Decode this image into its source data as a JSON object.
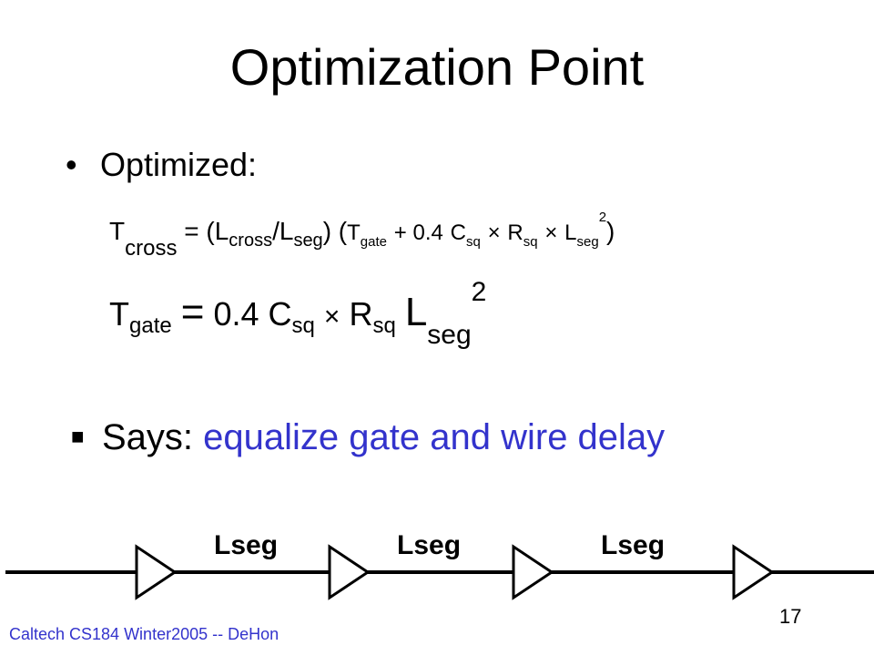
{
  "slide": {
    "title": "Optimization Point",
    "bullet1": "Optimized:",
    "eq1": {
      "T": "T",
      "cross_sub": "cross",
      "eq": "=",
      "open": "(L",
      "cross2": "cross",
      "slash": "/L",
      "seg": "seg",
      "close": ")",
      "popen": "(",
      "T2": "T",
      "gate": "gate",
      "plus": "+ 0.4",
      "C": "C",
      "sq1": "sq",
      "times1": "×",
      "R": "R",
      "sq2": "sq",
      "times2": "×",
      "L": "L",
      "seg2": "seg",
      "exp": "2",
      "pclose": ")"
    },
    "eq2": {
      "T": "T",
      "gate": "gate",
      "eq": "=",
      "coef": "0.4",
      "C": "C",
      "sq1": "sq",
      "times": "×",
      "R": "R",
      "sq2": "sq",
      "L": "L",
      "seg": "seg",
      "exp": "2"
    },
    "bullet2_prefix": "Says:",
    "bullet2_highlight": "equalize gate and wire delay",
    "segment_labels": [
      "Lseg",
      "Lseg",
      "Lseg"
    ],
    "footer": "Caltech CS184 Winter2005 -- DeHon",
    "page_number": "17",
    "accent_color": "#3333cc"
  }
}
